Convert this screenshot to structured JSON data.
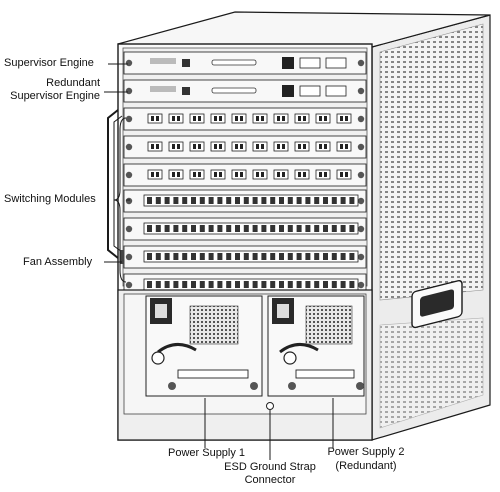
{
  "callouts": {
    "supervisor_engine": "Supervisor Engine",
    "redundant_supervisor_line1": "Redundant",
    "redundant_supervisor_line2": "Supervisor Engine",
    "switching_modules": "Switching Modules",
    "fan_assembly": "Fan Assembly",
    "power_supply_1": "Power Supply 1",
    "esd_line1": "ESD Ground Strap",
    "esd_line2": "Connector",
    "power_supply_2_line1": "Power Supply 2",
    "power_supply_2_line2": "(Redundant)"
  },
  "colors": {
    "line": "#1a1a1a",
    "chassis_light": "#f2f2f2",
    "chassis_mid": "#d8d8d8",
    "chassis_dark": "#9a9a9a"
  }
}
